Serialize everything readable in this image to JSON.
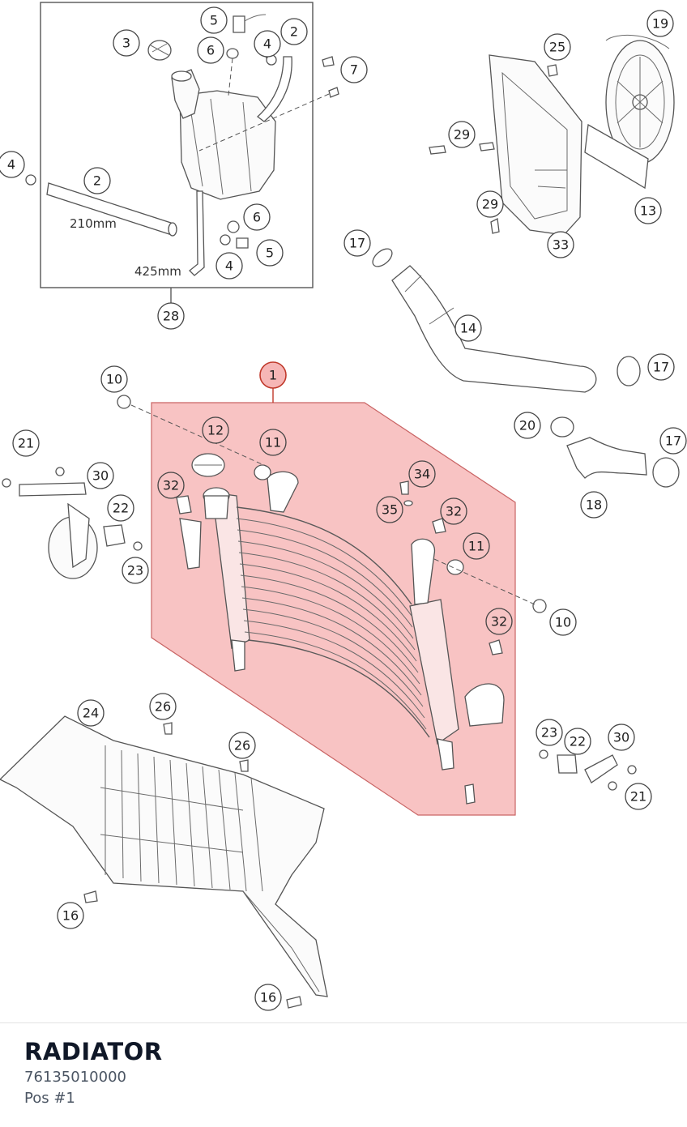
{
  "diagram": {
    "length_labels": [
      "210mm",
      "425mm"
    ],
    "callouts": [
      "1",
      "2",
      "3",
      "4",
      "5",
      "6",
      "7",
      "10",
      "11",
      "12",
      "13",
      "14",
      "16",
      "17",
      "18",
      "19",
      "20",
      "21",
      "22",
      "23",
      "24",
      "25",
      "26",
      "28",
      "29",
      "30",
      "32",
      "33",
      "34",
      "35"
    ],
    "highlight_color": "#f6b6b6",
    "selected_callout": "1"
  },
  "footer": {
    "title": "RADIATOR",
    "part_number": "76135010000",
    "position": "Pos #1"
  }
}
